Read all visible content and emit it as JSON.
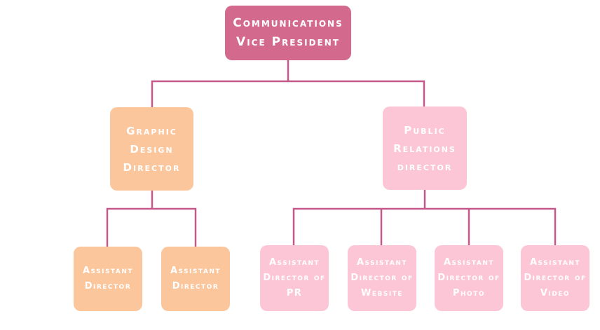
{
  "root": {
    "lines": [
      "Communications",
      "Vice President"
    ]
  },
  "directors": [
    {
      "lines": [
        "Graphic",
        "Design",
        "Director"
      ]
    },
    {
      "lines": [
        "Public",
        "Relations",
        "director"
      ]
    }
  ],
  "assistants": [
    {
      "lines": [
        "Assistant",
        "Director"
      ]
    },
    {
      "lines": [
        "Assistant",
        "Director"
      ]
    },
    {
      "lines": [
        "Assistant",
        "Director of",
        "PR"
      ]
    },
    {
      "lines": [
        "Assistant",
        "Director of",
        "Website"
      ]
    },
    {
      "lines": [
        "Assistant",
        "Director of",
        "Photo"
      ]
    },
    {
      "lines": [
        "Assistant",
        "Director of",
        "Video"
      ]
    }
  ],
  "colors": {
    "connector": "#c4588a",
    "vp": "#d4698e",
    "orange": "#fcc69d",
    "pink": "#fcc6d7",
    "text": "#ffffff"
  }
}
